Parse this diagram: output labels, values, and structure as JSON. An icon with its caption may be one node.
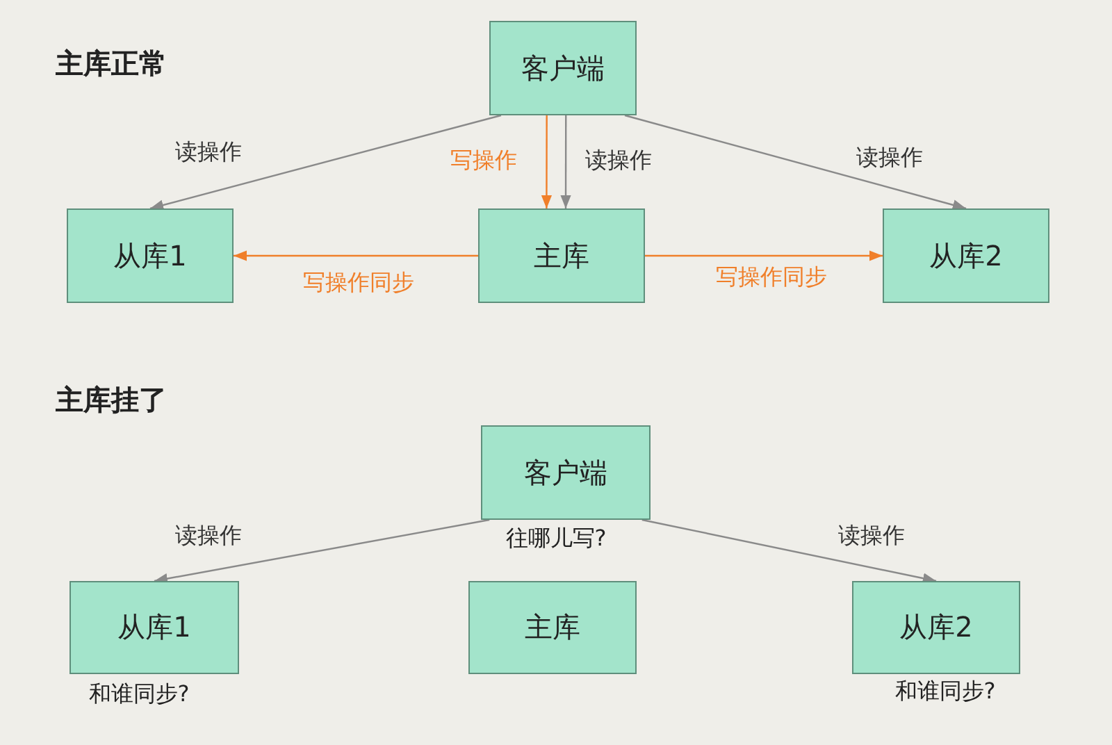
{
  "diagram": {
    "nodes": [
      {
        "text": [
          "客户端"
        ]
      },
      {
        "text": [
          "从库1"
        ]
      },
      {
        "text": [
          "主库"
        ]
      },
      {
        "text": [
          "从库2"
        ]
      },
      {
        "text": [
          "客户端"
        ]
      },
      {
        "text": [
          "从库1"
        ],
        "beside": [
          "和谁同步?"
        ]
      },
      {
        "text": [
          "主库"
        ]
      },
      {
        "text": [
          "从库2"
        ],
        "beside": [
          "和谁同步?"
        ]
      }
    ],
    "edges": [
      {
        "from": 0,
        "to": 1,
        "arrow": "to",
        "label": "读操作"
      },
      {
        "from": 0,
        "to": 2,
        "arrow": "to",
        "label": "写操作",
        "color": "#f07f2a"
      },
      {
        "from": 0,
        "to": 2,
        "arrow": "to",
        "label": "读操作"
      },
      {
        "from": 0,
        "to": 3,
        "arrow": "to",
        "label": "读操作"
      },
      {
        "from": 2,
        "to": 1,
        "arrow": "to",
        "label": "写操作同步",
        "color": "#f07f2a"
      },
      {
        "from": 2,
        "to": 3,
        "arrow": "to",
        "label": "写操作同步",
        "color": "#f07f2a"
      },
      {
        "from": 4,
        "to": 5,
        "arrow": "to",
        "label": "读操作"
      },
      {
        "from": 4,
        "to": 7,
        "arrow": "to",
        "label": "读操作"
      }
    ],
    "labels": [
      "主库正常",
      "主库挂了",
      "往哪儿写?"
    ]
  }
}
